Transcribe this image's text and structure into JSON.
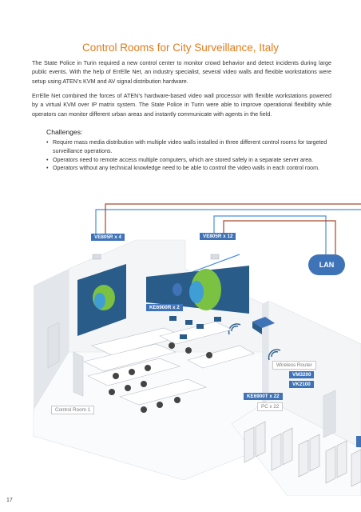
{
  "page": {
    "title": "Control Rooms for City Surveillance, Italy",
    "paragraph1": "The State Police in Turin required a new control center to monitor crowd behavior and detect incidents during large public events. With the help of ErrElle Net, an industry specialist, several video walls and flexible workstations were setup using ATEN’s KVM and AV signal distribution hardware.",
    "paragraph2": "ErrElle Net combined the forces of ATEN’s hardware-based video wall processor with flexible workstations powered by a virtual KVM over IP matrix system. The State Police in Turin were able to improve operational flexibility while operators can monitor different urban areas and instantly communicate with agents in the field.",
    "challenges_title": "Challenges:",
    "challenges": [
      "Require mass media distribution with multiple video walls installed in three different control rooms for targeted surveillance operations.",
      "Operators need to remote access multiple computers, which are stored safely in a separate server area.",
      "Operators without any technical knowledge need to be able to control the video walls in each control room."
    ],
    "page_number": "17"
  },
  "illustration": {
    "labels": {
      "ve805r_4": "VE805R x 4",
      "ve805r_12": "VE805R x 12",
      "ke6900r_2": "KE6900R x 2",
      "lan": "LAN",
      "wireless_router": "Wireless Router",
      "vm3200": "VM3200",
      "vk2100": "VK2100",
      "ke6900t_22": "KE6900T x 22",
      "pc_22": "PC x 22",
      "control_room_1": "Control Room 1"
    },
    "colors": {
      "accent": "#e07b1a",
      "label_blue": "#3f73b8",
      "cable_blue": "#4a90d9",
      "cable_red": "#a34a2a",
      "wall_face": "#f4f5f7",
      "wall_side": "#e3e6ea",
      "screen": "#2a5c8a",
      "screen_blob": "#7bc142"
    }
  }
}
